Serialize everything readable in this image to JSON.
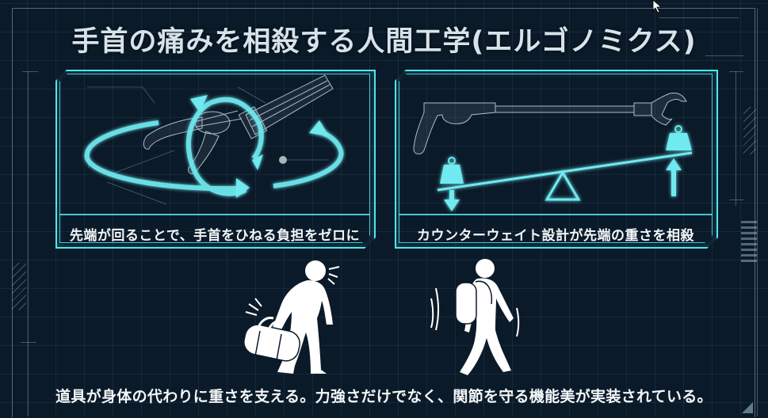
{
  "title": "手首の痛みを相殺する人間工学(エルゴノミクス)",
  "panels": [
    {
      "id": "rotation",
      "caption": "先端が回ることで、手首をひねる負担をゼロに",
      "illustration": "rotating-gripper-head",
      "icons": [
        "gripper-icon",
        "rotation-arrows-icon"
      ]
    },
    {
      "id": "counterweight",
      "caption": "カウンターウェイト設計が先端の重さを相殺",
      "illustration": "reacher-grabber-on-seesaw",
      "icons": [
        "reacher-grabber-icon",
        "weight-icon",
        "seesaw-fulcrum-icon",
        "arrow-down-icon",
        "arrow-up-icon"
      ]
    }
  ],
  "figures": [
    {
      "id": "strained",
      "description": "person-carrying-duffel-bag-bent-over",
      "icons": [
        "person-strained-icon",
        "duffel-bag-icon"
      ]
    },
    {
      "id": "relaxed",
      "description": "person-walking-with-backpack",
      "icons": [
        "person-walking-icon",
        "backpack-icon"
      ]
    }
  ],
  "footer": "道具が身体の代わりに重さを支える。力強さだけでなく、関節を守る機能美が実装されている。",
  "colors": {
    "background": "#0b1a29",
    "accent": "#4fe6ef",
    "title_text": "#d7e3ea",
    "body_text": "#f2f6f8",
    "grid_line": "#2a4257"
  }
}
